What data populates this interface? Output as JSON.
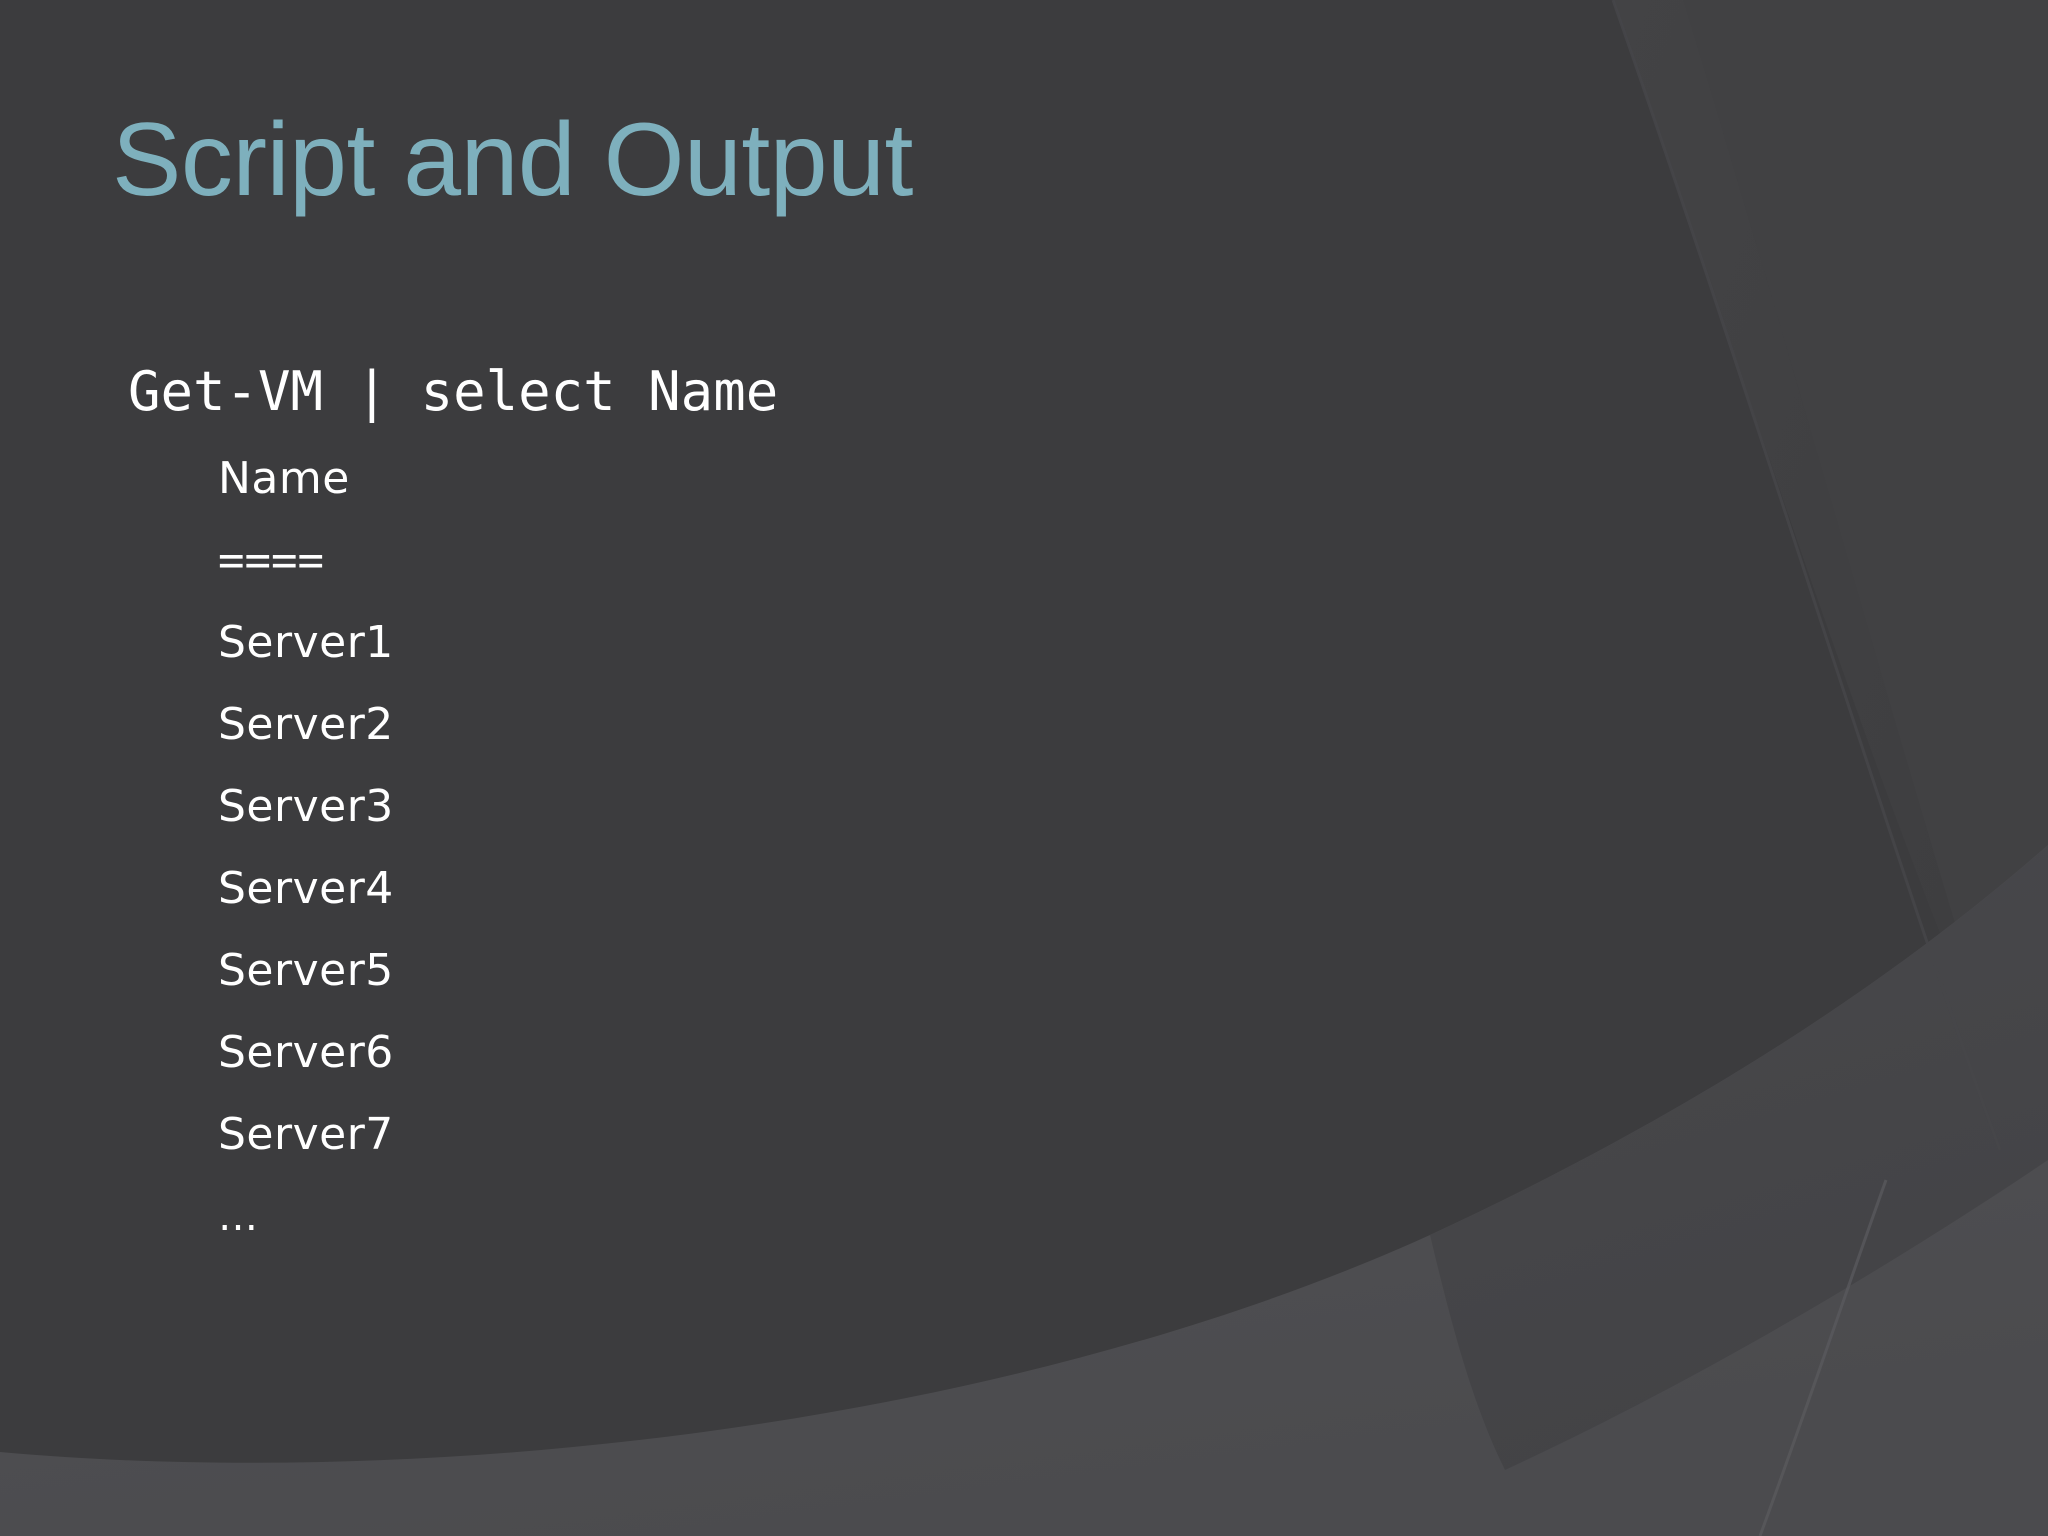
{
  "slide": {
    "title": "Script and Output",
    "background_color": "#3c3c3e",
    "title_color": "#7eb0bd",
    "text_color": "#ffffff",
    "accent_shape_color": "#4f4f52"
  },
  "content": {
    "command": "Get-VM | select Name",
    "output": [
      "Name",
      "====",
      "Server1",
      "Server2",
      "Server3",
      "Server4",
      "Server5",
      "Server6",
      "Server7",
      "…"
    ]
  }
}
